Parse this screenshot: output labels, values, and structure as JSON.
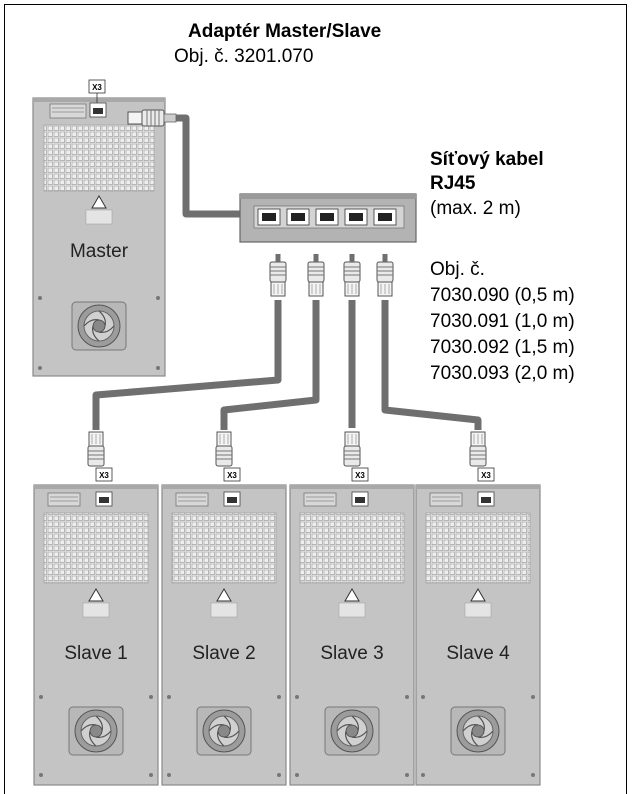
{
  "adapter": {
    "title": "Adaptér Master/Slave",
    "order_number": "Obj. č. 3201.070"
  },
  "cable": {
    "title_line1": "Síťový kabel",
    "title_line2": "RJ45",
    "max_length": "(max. 2 m)",
    "order_label": "Obj. č.",
    "variants": [
      "7030.090 (0,5 m)",
      "7030.091 (1,0 m)",
      "7030.092 (1,5 m)",
      "7030.093 (2,0 m)"
    ]
  },
  "units": {
    "master": "Master",
    "slaves": [
      "Slave 1",
      "Slave 2",
      "Slave 3",
      "Slave 4"
    ],
    "port_label": "X3"
  },
  "colors": {
    "device_body": "#c4c4c4",
    "device_edge": "#8a8a8a",
    "cable": "#7a7a7a",
    "adapter_body": "#b3b3b3"
  }
}
